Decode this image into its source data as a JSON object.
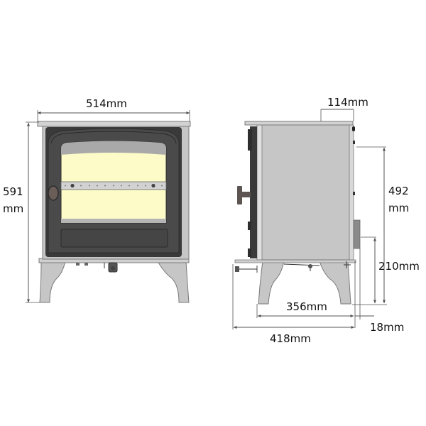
{
  "diagram": {
    "type": "technical-dimension-drawing",
    "subject": "wood burning stove",
    "views": [
      "front-view",
      "side-view"
    ],
    "colors": {
      "body_grey": "#c6c6c6",
      "body_outline": "#7a7a7a",
      "door_dark": "#4a4a4a",
      "door_frame": "#3a3a3a",
      "glass_cream": "#fdfcc8",
      "glass_top_grey": "#a9a9a9",
      "airwash_bar": "#cfcfcf",
      "handle_brown": "#6b5e58",
      "dimension_line": "#555555",
      "text": "#111111"
    }
  },
  "front_view": {
    "width_label": "514mm",
    "height_label_value": "591",
    "height_label_unit": "mm"
  },
  "side_view": {
    "flue_offset_label": "114mm",
    "flue_height_label_value": "492",
    "flue_height_label_unit": "mm",
    "rear_outlet_height_label": "210mm",
    "leg_span_label": "356mm",
    "rear_offset_label": "18mm",
    "depth_label": "418mm"
  }
}
